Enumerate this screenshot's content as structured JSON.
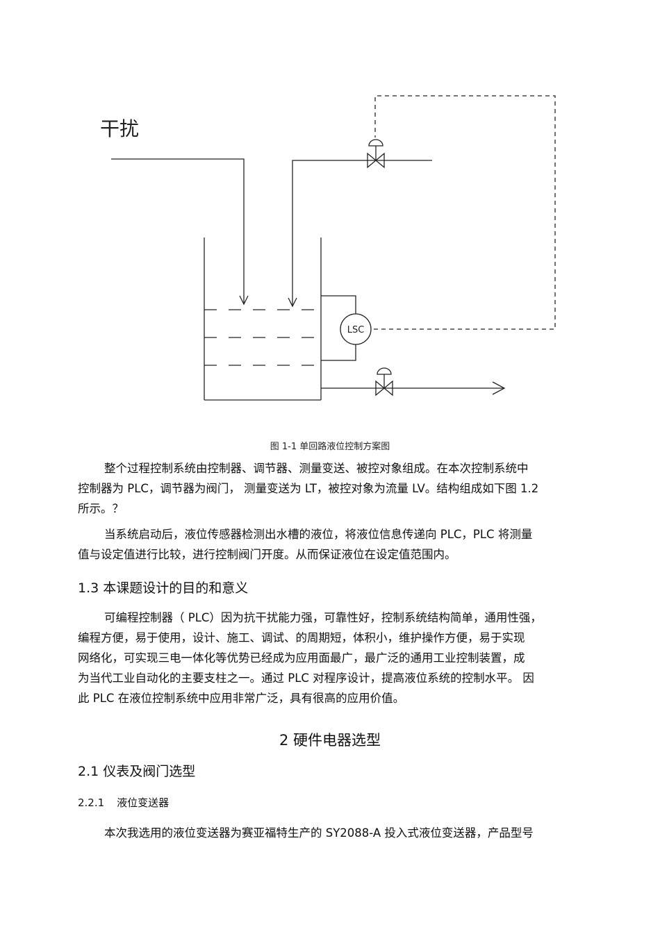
{
  "figure": {
    "disturbance_label": "干扰",
    "controller_label": "LSC",
    "caption": "图 1-1   单回路液位控制方案图"
  },
  "paragraph1": {
    "lines": [
      "整个过程控制系统由控制器、调节器、测量变送、被控对象组成。在本次控制系统中",
      "控制器为 PLC，调节器为阀门，  测量变送为  LT，被控对象为流量  LV。结构组成如下图  1.2",
      "所示。？"
    ]
  },
  "paragraph2": {
    "lines": [
      "当系统启动后，液位传感器检测出水槽的液位，将液位信息传递向      PLC，PLC 将测量",
      "值与设定值进行比较，进行控制阀门开度。从而保证液位在设定值范围内。"
    ]
  },
  "section_1_3": {
    "title": "1.3 本课题设计的目的和意义"
  },
  "paragraph3": {
    "lines": [
      "可编程控制器（ PLC）因为抗干扰能力强，可靠性好，控制系统结构简单，通用性强，",
      "编程方便，易于使用，设计、施工、调试、的周期短，体积小，维护操作方便，易于实现",
      "网络化，可实现三电一体化等优势已经成为应用面最广，最广泛的通用工业控制装置，成",
      "为当代工业自动化的主要支柱之一。通过    PLC 对程序设计，提高液位系统的控制水平。   因",
      "此 PLC 在液位控制系统中应用非常广泛，具有很高的应用价值。"
    ]
  },
  "chapter_2": {
    "title": "2  硬件电器选型"
  },
  "section_2_1": {
    "title": "2.1 仪表及阀门选型"
  },
  "section_2_2_1": {
    "number": "2.2.1",
    "title": "液位变送器"
  },
  "paragraph4": {
    "lines": [
      "本次我选用的液位变送器为赛亚福特生产的     SY2088-A 投入式液位变送器，产品型号"
    ]
  }
}
